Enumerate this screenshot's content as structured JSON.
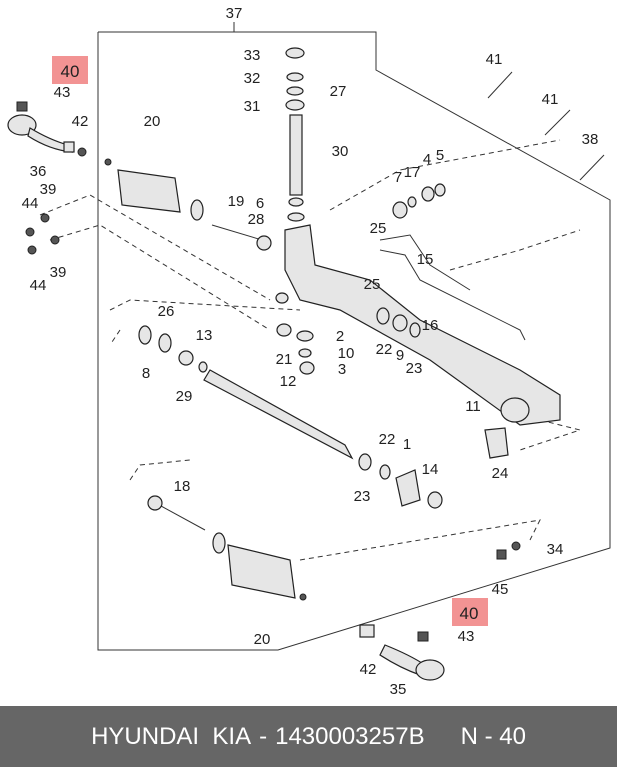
{
  "diagram": {
    "labels": [
      "37",
      "33",
      "32",
      "27",
      "31",
      "30",
      "20",
      "42",
      "43",
      "40",
      "36",
      "39",
      "44",
      "39",
      "44",
      "41",
      "41",
      "38",
      "7",
      "17",
      "4",
      "5",
      "19",
      "6",
      "28",
      "25",
      "15",
      "25",
      "26",
      "13",
      "8",
      "29",
      "12",
      "2",
      "10",
      "3",
      "21",
      "22",
      "9",
      "23",
      "16",
      "11",
      "22",
      "1",
      "14",
      "23",
      "24",
      "18",
      "20",
      "34",
      "45",
      "40",
      "43",
      "42",
      "35"
    ],
    "highlighted_label": "40",
    "highlight_color": "#f08080"
  },
  "footer": {
    "brand": "HYUNDAI  KIA",
    "part_number": "1430003257B",
    "ref": "N - 40",
    "separator": "-",
    "background": "#666666"
  }
}
